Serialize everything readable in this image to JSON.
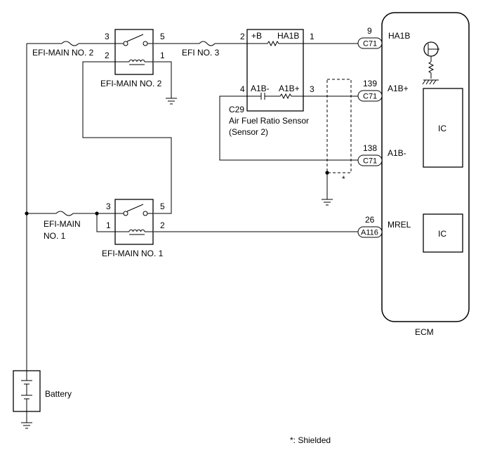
{
  "fuses": {
    "efi_main_no2": "EFI-MAIN NO. 2",
    "efi_no3": "EFI NO. 3",
    "efi_main_line1": "EFI-MAIN",
    "efi_main_line2": "NO. 1"
  },
  "relays": {
    "no2": {
      "label": "EFI-MAIN NO. 2",
      "pin3": "3",
      "pin5": "5",
      "pin2": "2",
      "pin1": "1"
    },
    "no1": {
      "label": "EFI-MAIN NO. 1",
      "pin3": "3",
      "pin5": "5",
      "pin1": "1",
      "pin2": "2"
    }
  },
  "sensor": {
    "code": "C29",
    "name_line1": "Air Fuel Ratio Sensor",
    "name_line2": "(Sensor 2)",
    "terminal_plus_b": "+B",
    "terminal_ha1b": "HA1B",
    "terminal_a1b_minus": "A1B-",
    "terminal_a1b_plus": "A1B+",
    "pin_plus_b": "2",
    "pin_ha1b": "1",
    "pin_a1b_minus": "4",
    "pin_a1b_plus": "3"
  },
  "ecm": {
    "label": "ECM",
    "ic_label": "IC",
    "ic2_label": "IC",
    "terminals": [
      {
        "pin": "9",
        "connector": "C71",
        "name": "HA1B"
      },
      {
        "pin": "139",
        "connector": "C71",
        "name": "A1B+"
      },
      {
        "pin": "138",
        "connector": "C71",
        "name": "A1B-"
      },
      {
        "pin": "26",
        "connector": "A116",
        "name": "MREL"
      }
    ]
  },
  "battery": {
    "label": "Battery"
  },
  "shield": {
    "marker": "*",
    "footnote": "*: Shielded"
  }
}
